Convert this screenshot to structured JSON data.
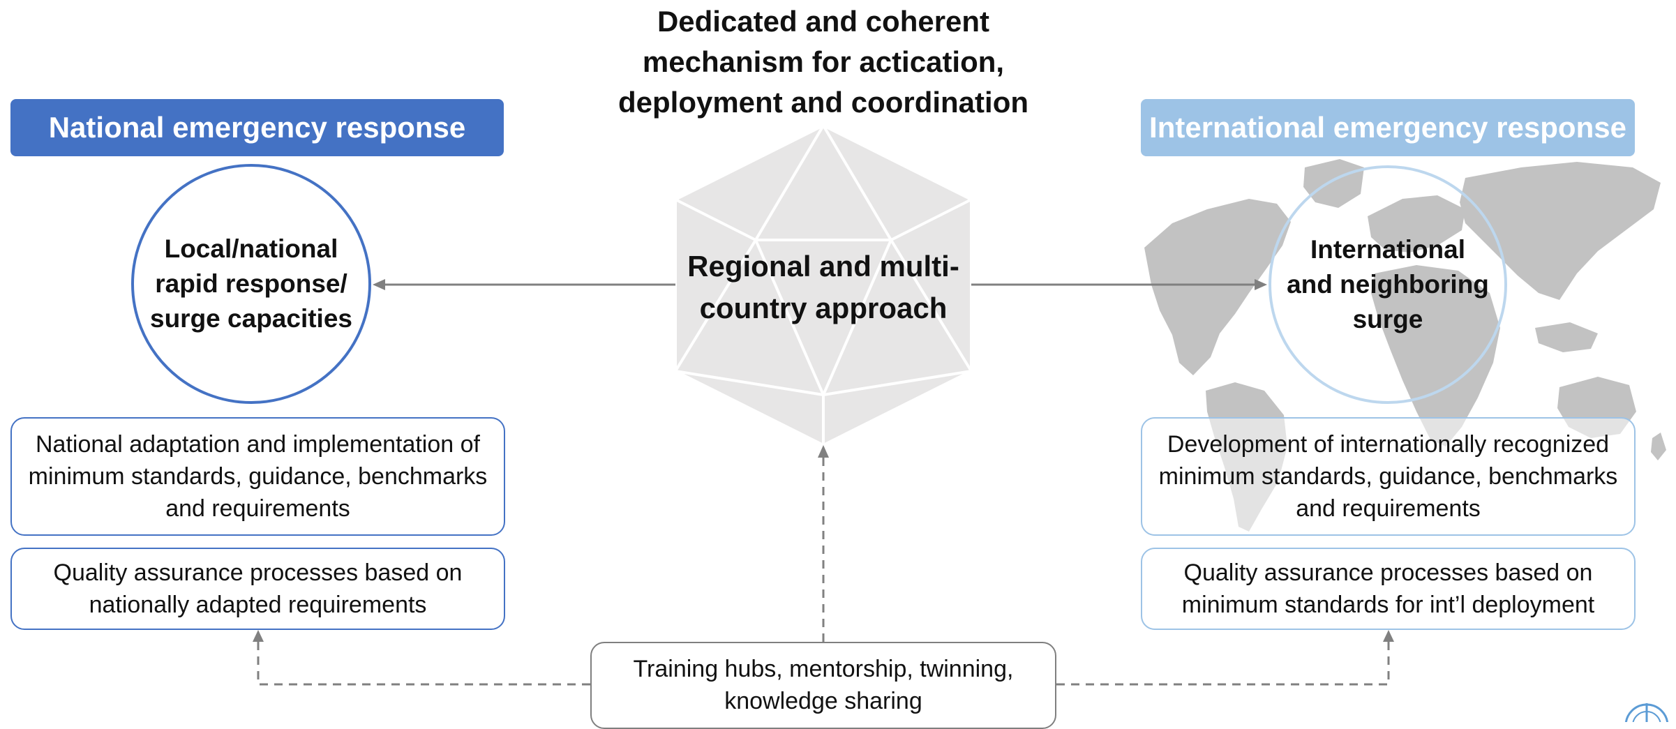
{
  "title": {
    "lines": [
      "Dedicated and coherent",
      "mechanism for actication,",
      "deployment and coordination"
    ]
  },
  "national": {
    "header": "National emergency response",
    "circle_lines": [
      "Local/national",
      "rapid response/",
      "surge capacities"
    ],
    "standards": "National adaptation and implementation of minimum standards, guidance, benchmarks and requirements",
    "quality": "Quality assurance processes based on nationally adapted requirements"
  },
  "international": {
    "header": "International emergency response",
    "circle_lines": [
      "International",
      "and neighboring",
      "surge"
    ],
    "standards": "Development of internationally recognized minimum standards, guidance, benchmarks and requirements",
    "quality": "Quality assurance processes based on minimum standards for int’l deployment"
  },
  "center": {
    "lines": [
      "Regional and multi-",
      "country approach"
    ]
  },
  "training": {
    "lines": [
      "Training hubs, mentorship, twinning,",
      "knowledge sharing"
    ]
  },
  "colors": {
    "national_blue": "#4472c4",
    "international_blue": "#9dc3e6",
    "map_gray": "#bfbfbf",
    "polyhedron_gray": "#e7e6e6",
    "arrow_gray": "#808080"
  }
}
